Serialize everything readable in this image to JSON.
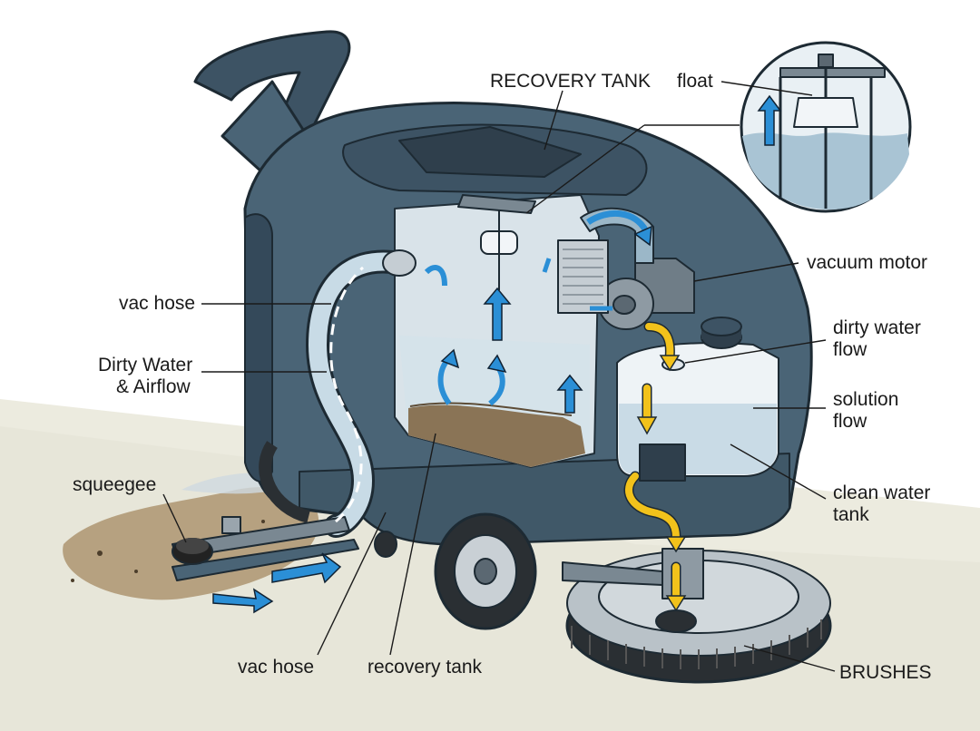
{
  "labels": {
    "recovery_tank_top": "RECOVERY TANK",
    "float": "float",
    "vacuum_motor": "vacuum motor",
    "vac_hose_left": "vac hose",
    "dirty_water_airflow": [
      "Dirty Water",
      "& Airflow"
    ],
    "dirty_water_flow": [
      "dirty water",
      "flow"
    ],
    "solution_flow": [
      "solution",
      "flow"
    ],
    "clean_water_tank": [
      "clean water",
      "tank"
    ],
    "squeegee": "squeegee",
    "vac_hose_bottom": "vac hose",
    "recovery_tank_bottom": "recovery tank",
    "brushes": "BRUSHES"
  },
  "colors": {
    "body": "#4a6476",
    "body_dark": "#34495a",
    "floor": "#ecebdf",
    "tank_glass": "#e6eef3",
    "water": "#a9c4d4",
    "sludge": "#8a7456",
    "airflow_arrow": "#2b8fd6",
    "solution_arrow": "#f2c21b"
  },
  "icons": [
    "blue-airflow-arrow",
    "yellow-flow-arrow",
    "float-inset"
  ]
}
